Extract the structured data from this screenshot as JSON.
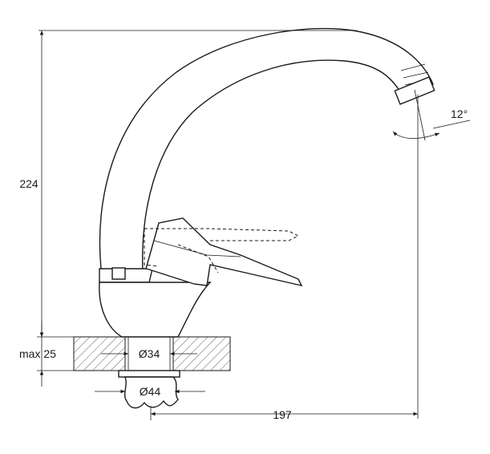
{
  "dimensions": {
    "height_label": "224",
    "counter_label": "max 25",
    "bore_label": "Ø34",
    "nut_label": "Ø44",
    "reach_label": "197",
    "angle_label": "12°"
  },
  "colors": {
    "line": "#1a1a1a",
    "background": "#ffffff"
  }
}
